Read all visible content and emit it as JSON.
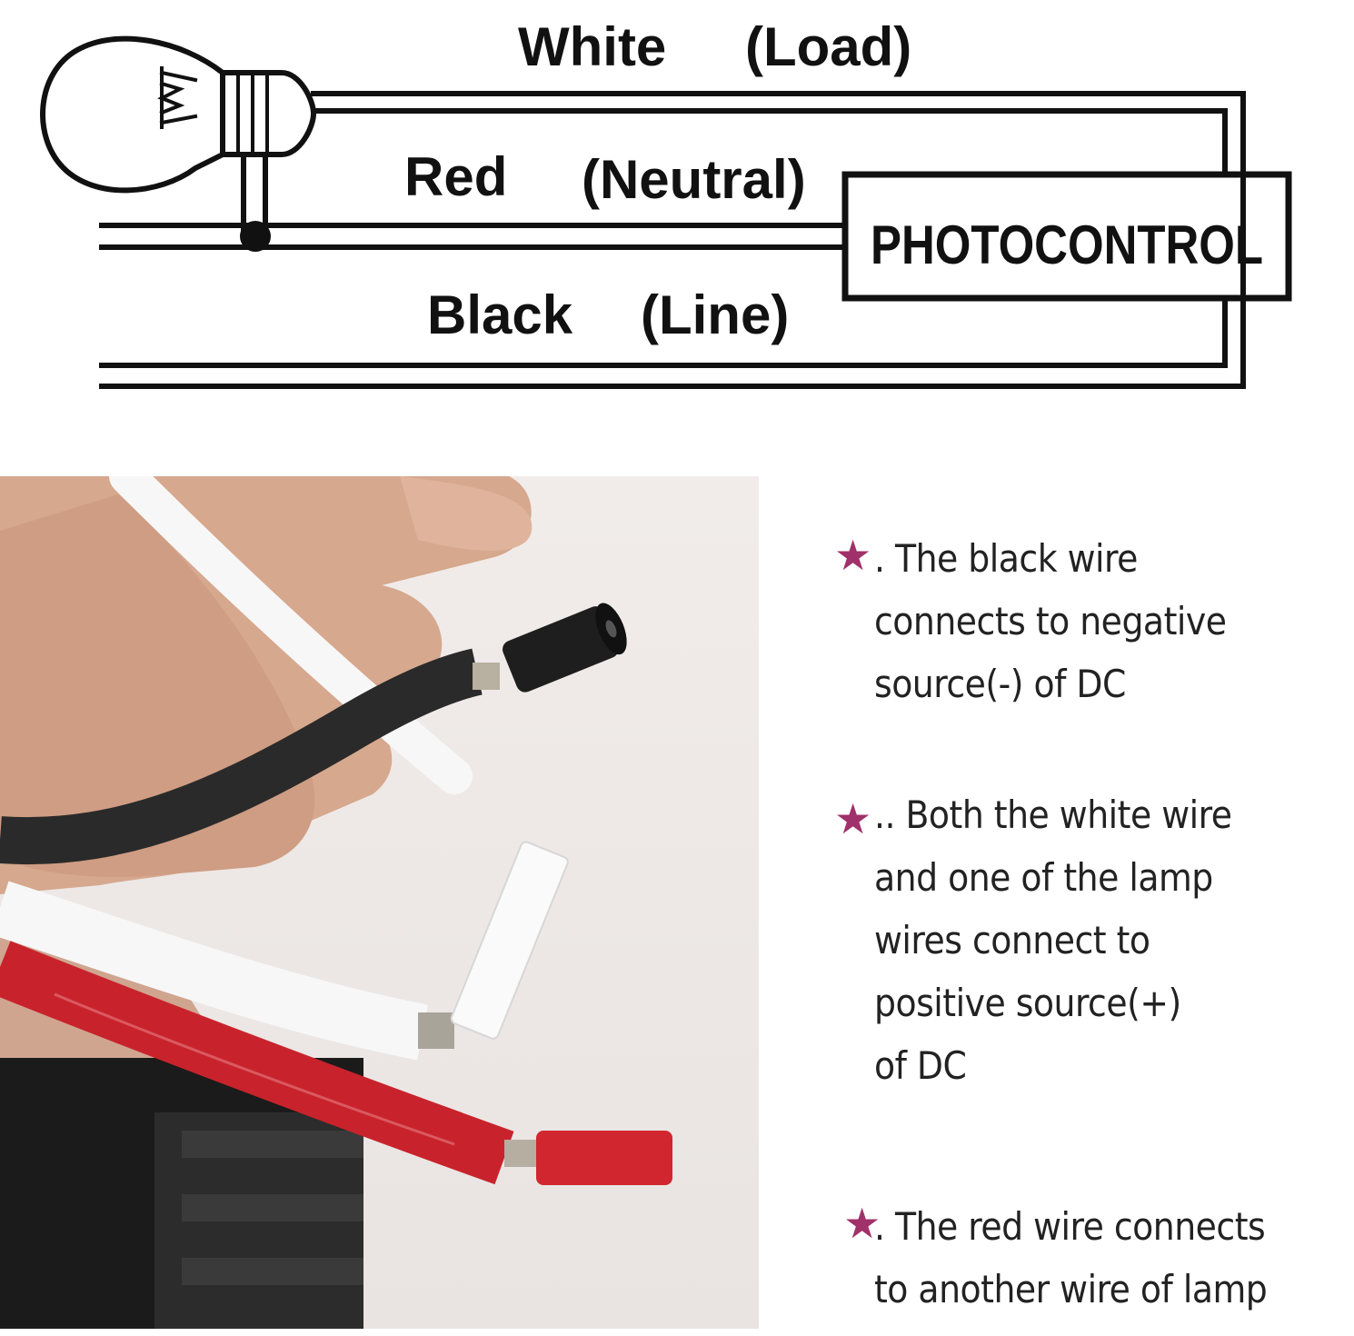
{
  "diagram": {
    "labels": {
      "white": "White",
      "load": "(Load)",
      "red": "Red",
      "neutral": "(Neutral)",
      "black": "Black",
      "line": "(Line)"
    },
    "box_label": "PHOTOCONTROL",
    "line_color": "#111111"
  },
  "photo": {
    "colors": {
      "black_wire": "#2a2a2a",
      "white_wire": "#f7f7f7",
      "red_wire": "#c8232c",
      "skin": "#d9a98f"
    }
  },
  "notes": {
    "star_color": "#a0316a",
    "items": [
      {
        "star": "★",
        "text": ". The black wire\nconnects to negative\nsource(-) of DC"
      },
      {
        "star": "★",
        "text": ".. Both the white wire\nand one of the lamp\nwires connect to\npositive source(+)\nof DC"
      },
      {
        "star": "★",
        "text": ". The red wire connects\nto another wire of lamp"
      }
    ]
  }
}
